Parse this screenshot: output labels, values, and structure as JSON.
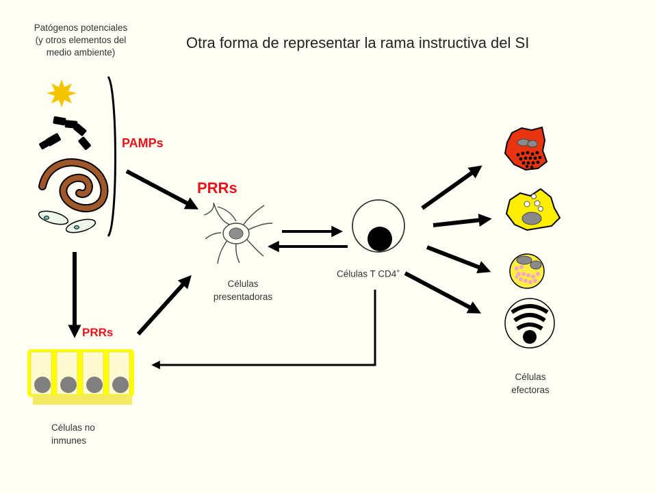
{
  "title": "Otra forma de representar la rama instructiva del SI",
  "pathogens_label": {
    "line1": "Patógenos potenciales",
    "line2": "(y otros elementos del",
    "line3": "medio ambiente)"
  },
  "labels": {
    "pamps": "PAMPs",
    "prrs_top": "PRRs",
    "prrs_bottom": "PRRs",
    "apc_line1": "Células",
    "apc_line2": "presentadoras",
    "tcell_base": "Células T CD4",
    "tcell_sup": "+",
    "nonimmune_line1": "Células no",
    "nonimmune_line2": "inmunes",
    "effector_line1": "Células",
    "effector_line2": "efectoras"
  },
  "colors": {
    "accent_red": "#e8121b",
    "epithelium_yellow": "#ffff00",
    "nucleus_gray": "#808080",
    "arrow_black": "#000000"
  },
  "icons": [
    "sun-icon",
    "bacteria-icon",
    "worm-icon",
    "protozoa-icon",
    "dendritic-cell-icon",
    "t-cell-icon",
    "neutrophil-icon",
    "eosinophil-icon",
    "basophil-icon",
    "plasma-cell-icon",
    "epithelial-cells-icon"
  ]
}
